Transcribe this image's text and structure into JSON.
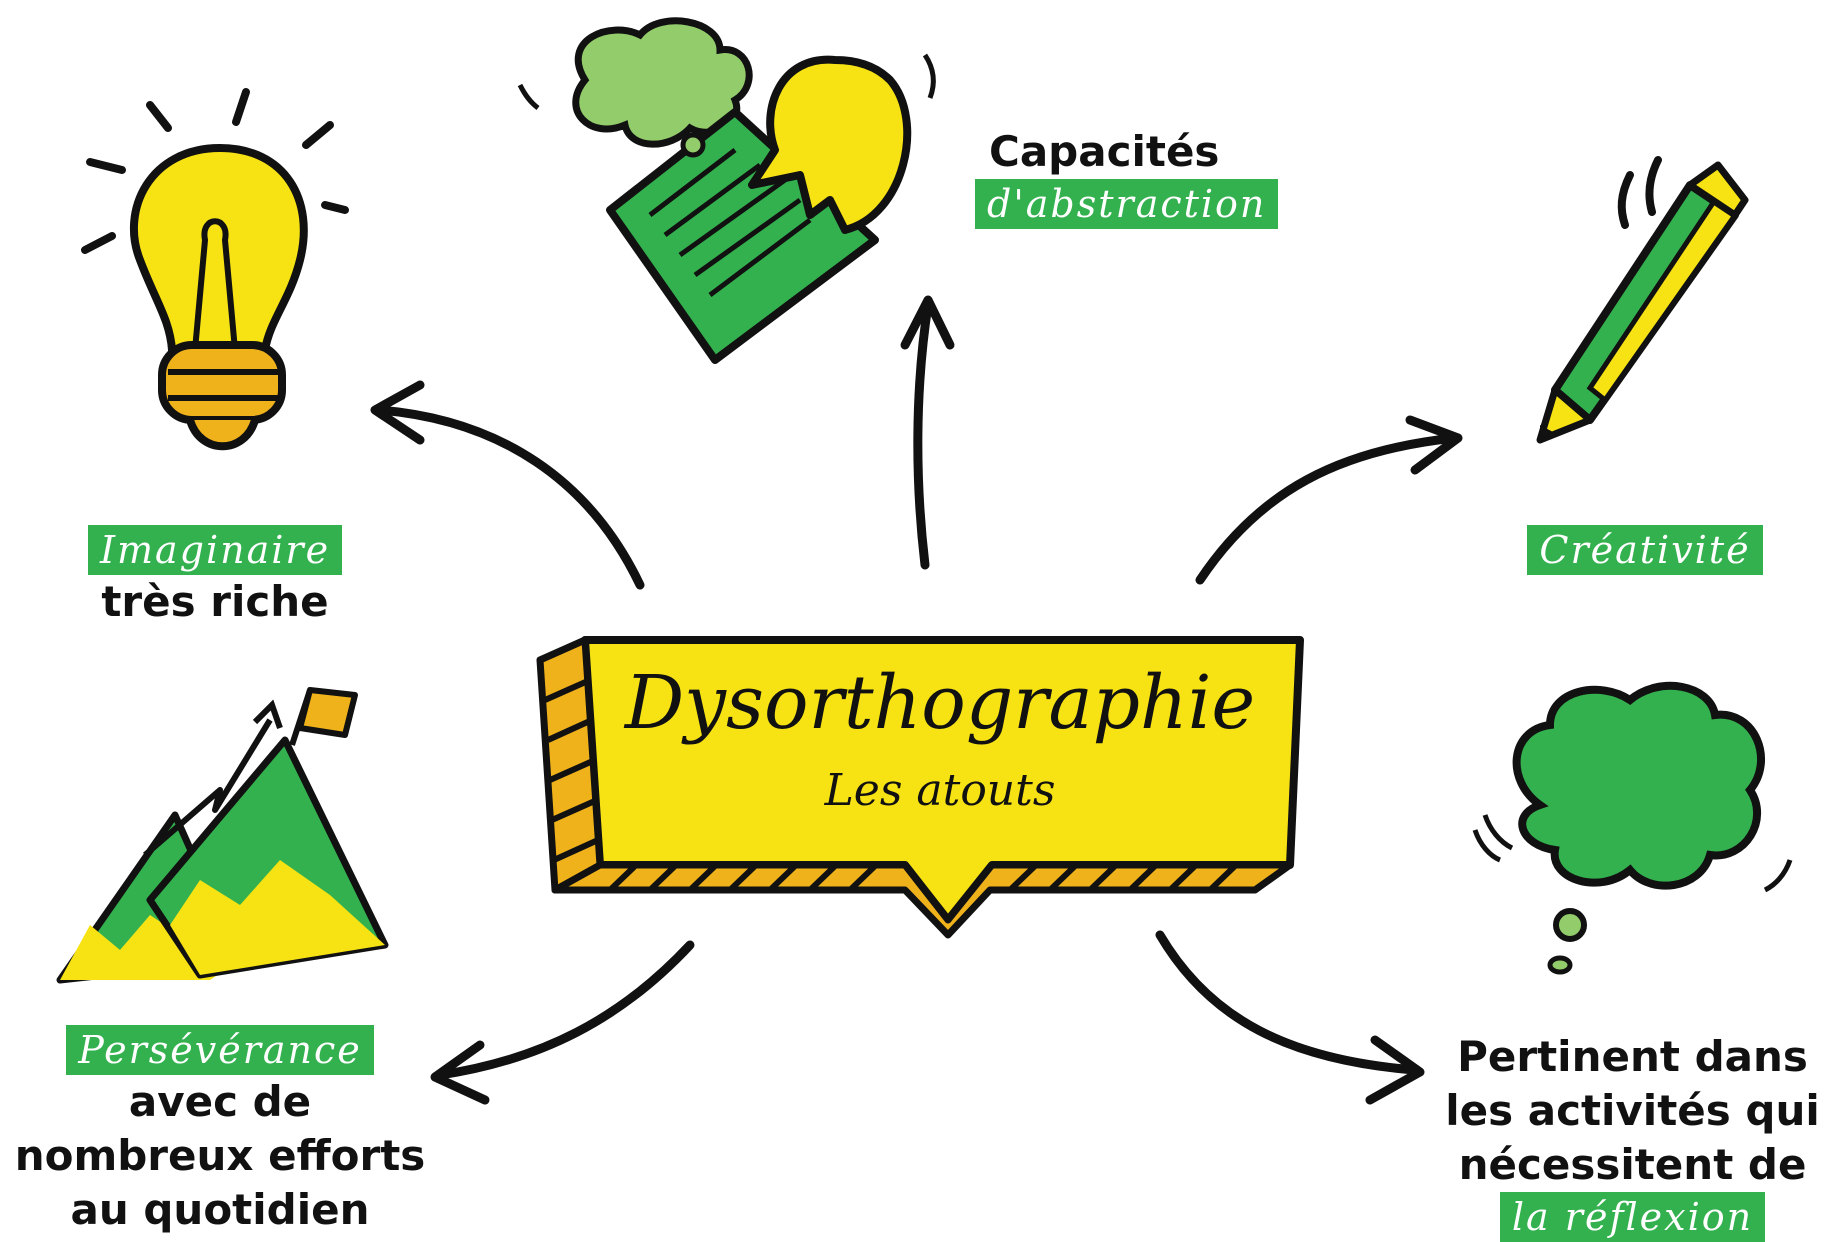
{
  "center": {
    "title": "Dysorthographie",
    "subtitle": "Les atouts"
  },
  "nodes": {
    "abstraction": {
      "bold": "Capacités",
      "tag": "d'abstraction"
    },
    "imaginaire": {
      "tag": "Imaginaire",
      "bold": "très riche"
    },
    "creativite": {
      "tag": "Créativité"
    },
    "perseverance": {
      "tag": "Persévérance",
      "bold_lines": [
        "avec de",
        "nombreux efforts",
        "au quotidien"
      ]
    },
    "reflexion": {
      "bold_lines": [
        "Pertinent dans",
        "les activités qui",
        "nécessitent de"
      ],
      "tag": "la réflexion"
    }
  },
  "colors": {
    "yellow": "#f7e313",
    "green": "#34b14f",
    "light_green": "#93cd6b",
    "orange": "#f0b21b",
    "ink": "#111111"
  },
  "icons": [
    "lightbulb-icon",
    "speech-bubbles-icon",
    "pencil-icon",
    "mountain-flag-icon",
    "thought-cloud-icon"
  ]
}
